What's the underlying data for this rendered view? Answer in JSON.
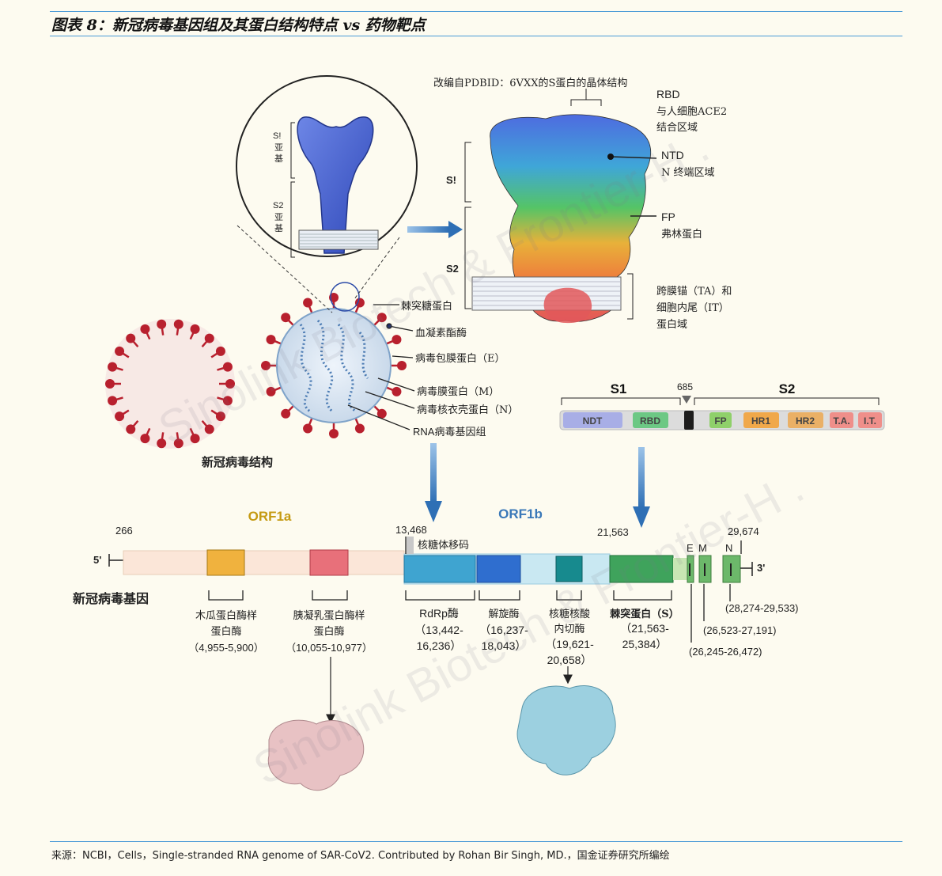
{
  "header": {
    "title": "图表 8：新冠病毒基因组及其蛋白结构特点 vs 药物靶点"
  },
  "source": "来源：NCBI，Cells，Single-stranded RNA genome of SAR-CoV2. Contributed by Rohan Bir Singh, MD.，国金证券研究所编绘",
  "watermarks": [
    "Sinolink Biotech & Frontier-H .",
    "Sinolink Biotech & Frontier-H ."
  ],
  "virus": {
    "caption": "新冠病毒结构",
    "inset_s1": "S!",
    "inset_s1_sub": "亚\n基",
    "inset_s2": "S2",
    "inset_s2_sub": "亚\n基",
    "labels": {
      "spike": "棘突糖蛋白",
      "he": "血凝素酯酶",
      "envelope": "病毒包膜蛋白（E）",
      "membrane": "病毒膜蛋白（M）",
      "nucleocapsid": "病毒核衣壳蛋白（N）",
      "rna": "RNA病毒基因组"
    }
  },
  "spike_structure": {
    "source_note": "改编自PDBID：6VXX的S蛋白的晶体结构",
    "s1_label": "S!",
    "s2_label": "S2",
    "rbd": "RBD",
    "rbd_desc1": "与人细胞ACE2",
    "rbd_desc2": "结合区域",
    "ntd": "NTD",
    "ntd_desc": "N 终端区域",
    "fp": "FP",
    "fp_desc": "弗林蛋白",
    "ta1": "跨膜锚（TA）和",
    "ta2": "细胞内尾（IT）",
    "ta3": "蛋白域"
  },
  "domain_bar": {
    "s1": "S1",
    "s2": "S2",
    "cleavage": "685",
    "domains": [
      "NDT",
      "RBD",
      "FP",
      "HR1",
      "HR2",
      "T.A.",
      "I.T."
    ]
  },
  "genome": {
    "name": "新冠病毒基因",
    "five": "5'",
    "three": "3'",
    "orf1a": "ORF1a",
    "orf1b": "ORF1b",
    "pos_266": "266",
    "pos_13468": "13,468",
    "frameshift": "核糖体移码",
    "pos_21563": "21,563",
    "pos_29674": "29,674",
    "e": "E",
    "m": "M",
    "n": "N",
    "n_range": "(28,274-29,533)",
    "m_range": "(26,523-27,191)",
    "e_range": "(26,245-26,472)",
    "papain1": "木瓜蛋白酶样",
    "papain2": "蛋白酶",
    "papain3": "（4,955-5,900）",
    "chymo1": "胰凝乳蛋白酶样",
    "chymo2": "蛋白酶",
    "chymo3": "（10,055-10,977）",
    "rdrp1": "RdRp酶",
    "rdrp2": "（13,442-",
    "rdrp3": "16,236）",
    "hel1": "解旋酶",
    "hel2": "（16,237-",
    "hel3": "18,043）",
    "endo1": "核糖核酸",
    "endo2": "内切酶",
    "endo3": "（19,621-",
    "endo4": "20,658）",
    "spike1": "棘突蛋白（S）",
    "spike2": "（21,563-",
    "spike3": "25,384）"
  },
  "colors": {
    "accent_line": "#4a9ad6",
    "orf1a": "#c59a12",
    "orf1b": "#3a78b8",
    "virus_red": "#b8202e",
    "spike_blue": "#3e5fd0"
  }
}
